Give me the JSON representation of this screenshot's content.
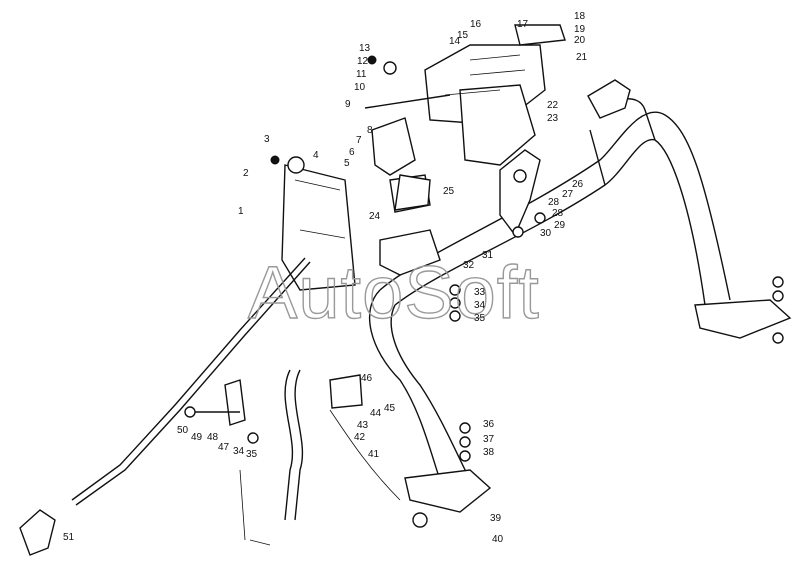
{
  "watermark": "AutoSoft",
  "callouts": [
    "1",
    "2",
    "3",
    "4",
    "5",
    "6",
    "7",
    "8",
    "9",
    "10",
    "11",
    "12",
    "13",
    "14",
    "15",
    "16",
    "17",
    "18",
    "19",
    "20",
    "21",
    "22",
    "23",
    "24",
    "25",
    "26",
    "27",
    "28",
    "28",
    "29",
    "30",
    "31",
    "32",
    "33",
    "34",
    "35",
    "36",
    "37",
    "38",
    "39",
    "40",
    "41",
    "42",
    "43",
    "44",
    "45",
    "46",
    "47",
    "48",
    "49",
    "50",
    "34",
    "35",
    "51"
  ]
}
